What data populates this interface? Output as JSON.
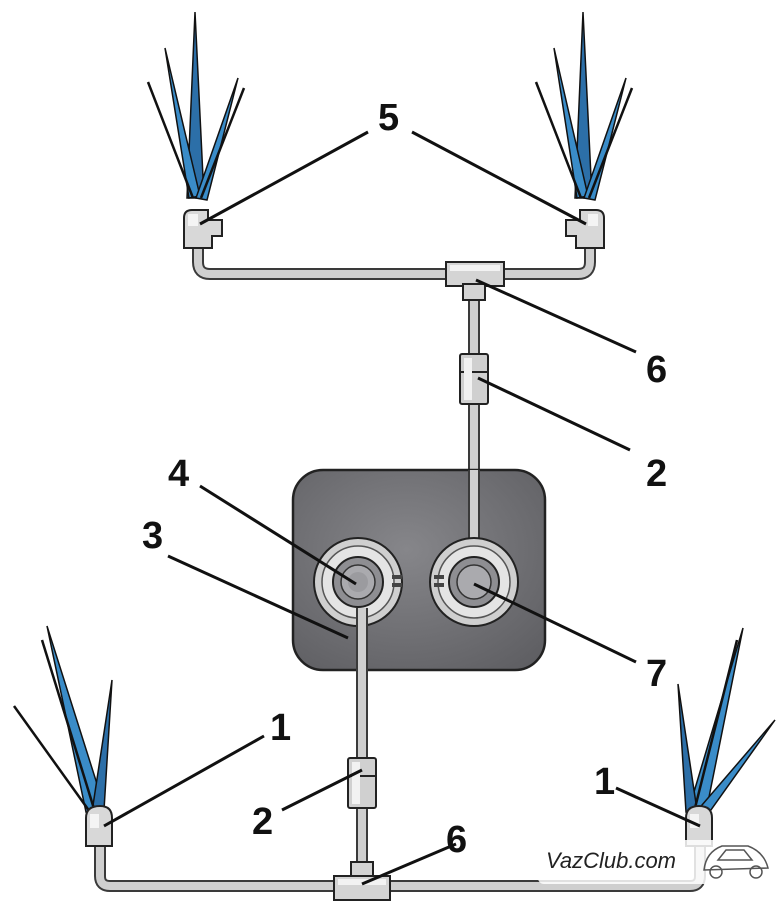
{
  "callouts": {
    "nozzle_upper": "5",
    "tee": "6",
    "check_valve": "2",
    "pump_outlet_front": "4",
    "hose": "3",
    "pump_outlet_rear": "7",
    "nozzle_lower": "1"
  },
  "watermark": {
    "text": "VazClub.com"
  },
  "colors": {
    "spray": "#3a8cc8",
    "tube": "#c8c8c8",
    "tube_outline": "#3a3a3a",
    "reservoir": "#6e6e72",
    "leader_line": "#111111"
  }
}
